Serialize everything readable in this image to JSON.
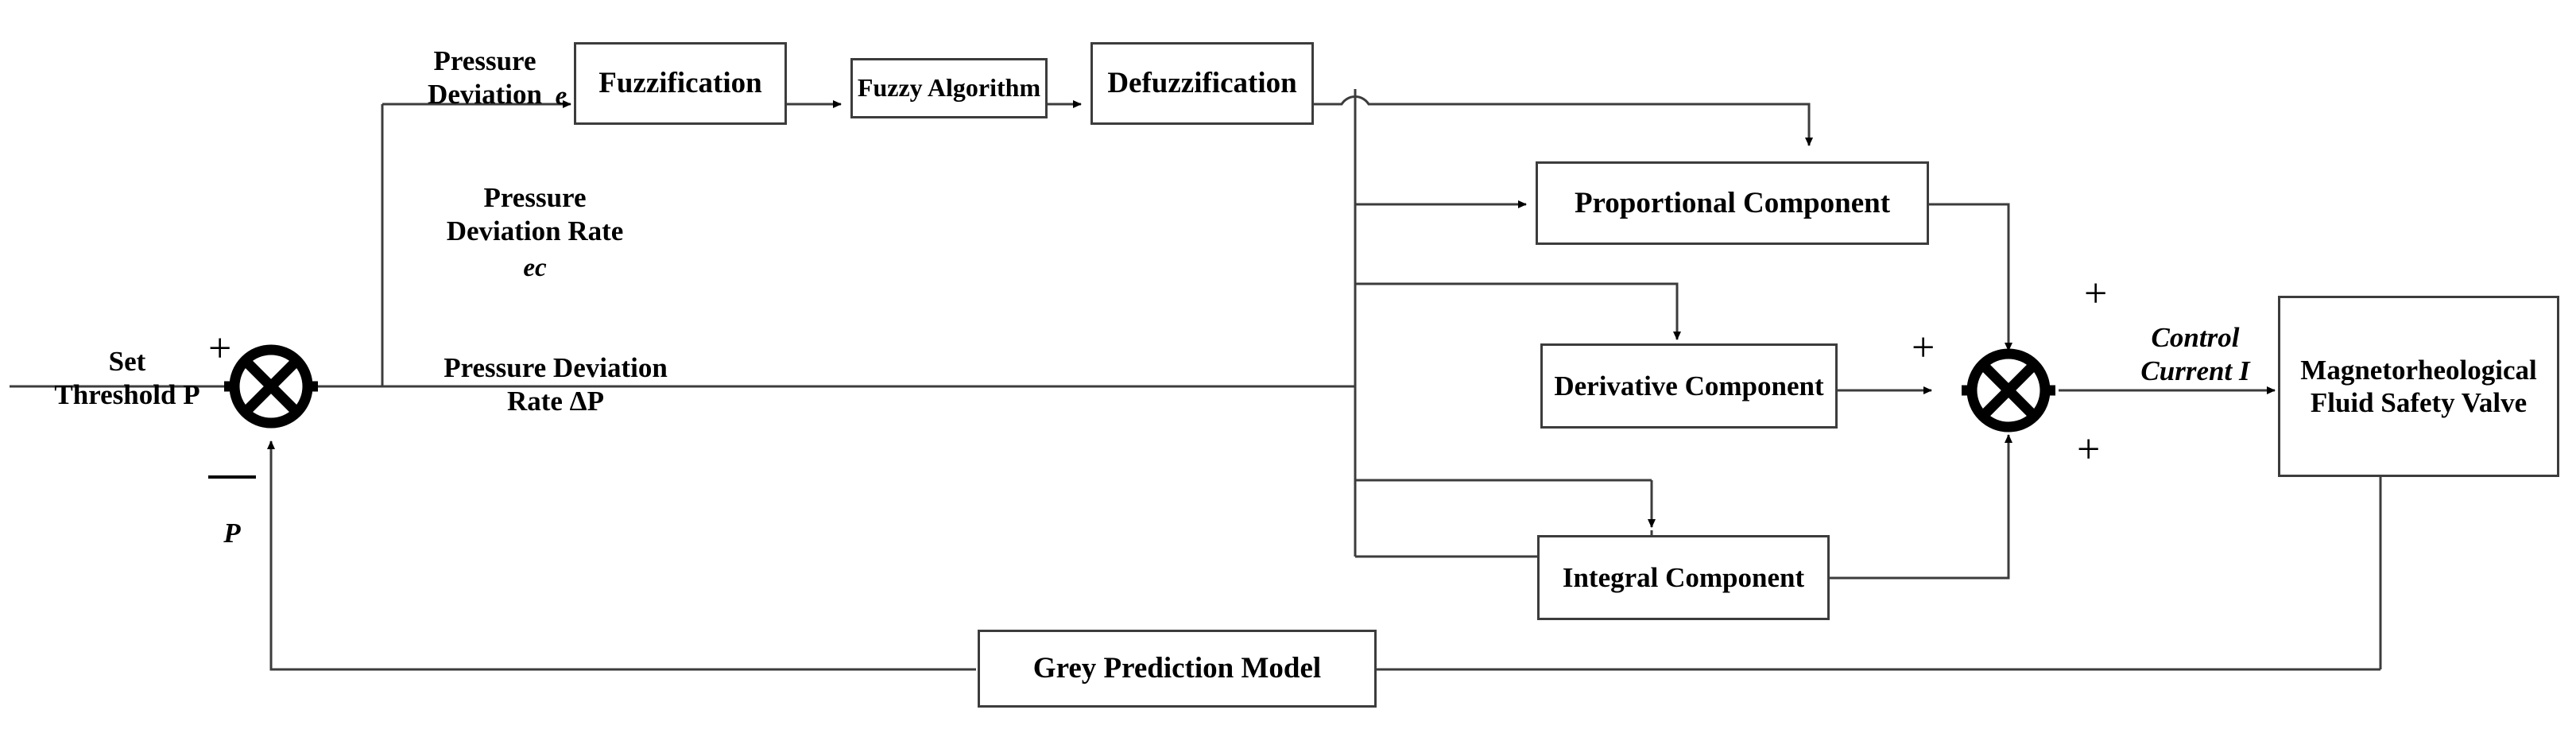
{
  "diagram": {
    "title": "Fuzzy-PID with Grey Prediction Control Block Diagram",
    "type": "block-diagram",
    "background_color": "#ffffff",
    "line_color": "#3c3c3c",
    "text_color": "#000000"
  },
  "blocks": {
    "fuzzification": {
      "label": "Fuzzification"
    },
    "fuzzy_algorithm": {
      "label": "Fuzzy\nAlgorithm"
    },
    "defuzzification": {
      "label": "Defuzzification"
    },
    "proportional": {
      "label": "Proportional Component"
    },
    "derivative": {
      "label": "Derivative\nComponent"
    },
    "integral": {
      "label": "Integral\nComponent"
    },
    "valve": {
      "label": "Magnetorheological\nFluid Safety\nValve"
    },
    "grey_model": {
      "label": "Grey Prediction Model"
    }
  },
  "labels": {
    "set_threshold": "Set\nThreshold P",
    "pressure_deviation": "Pressure\nDeviation",
    "pressure_deviation_symbol": "e",
    "pressure_deviation_rate": "Pressure\nDeviation Rate",
    "pressure_deviation_rate_symbol": "ec",
    "pressure_deviation_rate_dp": "Pressure Deviation\nRate ΔP",
    "feedback_symbol": "P",
    "control_current": "Control\nCurrent I"
  },
  "signs": {
    "sum1_plus": "+",
    "sum1_minus": "−",
    "sum2_plus_top": "+",
    "sum2_plus_left": "+",
    "sum2_plus_bottom": "+"
  },
  "junctions": {
    "sum1": {
      "name": "error-summing-junction",
      "inputs": [
        "set-threshold",
        "feedback-pressure"
      ]
    },
    "sum2": {
      "name": "pid-summing-junction",
      "inputs": [
        "proportional",
        "derivative",
        "integral"
      ]
    }
  }
}
